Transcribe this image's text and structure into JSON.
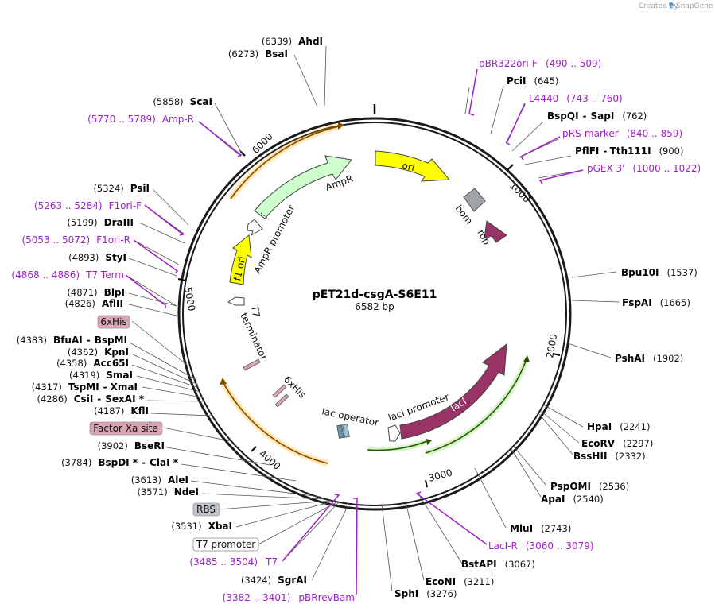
{
  "credit": "Created by",
  "credit_brand": "SnapGene",
  "plasmid": {
    "name": "pET21d-csgA-S6E11",
    "size": "6582 bp"
  },
  "ticks": [
    "1000",
    "2000",
    "3000",
    "4000",
    "5000",
    "6000"
  ],
  "features": {
    "ori": "ori",
    "ampr": "AmpR",
    "ampr_promoter": "AmpR promoter",
    "f1_ori": "f1 ori",
    "bom": "bom",
    "rop": "rop",
    "laci": "lacI",
    "laci_promoter": "lacI promoter",
    "lac_operator": "lac operator",
    "t7_terminator_1": "T7",
    "t7_terminator_2": "terminator",
    "sixhis_map": "6xHis"
  },
  "right_labels": [
    {
      "pos": "(490 .. 509)",
      "name": "pBR322ori-F",
      "kind": "primer"
    },
    {
      "name": "PciI",
      "pos": "(645)",
      "kind": "enzyme"
    },
    {
      "name": "L4440",
      "pos": "(743 .. 760)",
      "kind": "primer"
    },
    {
      "name": "BspQI",
      "name2": "SapI",
      "pos": "(762)",
      "kind": "enzyme"
    },
    {
      "name": "pRS-marker",
      "pos": "(840 .. 859)",
      "kind": "primer"
    },
    {
      "name": "PflFI",
      "name2": "Tth111I",
      "pos": "(900)",
      "kind": "enzyme"
    },
    {
      "name": "pGEX 3'",
      "pos": "(1000 .. 1022)",
      "kind": "primer"
    },
    {
      "name": "Bpu10I",
      "pos": "(1537)",
      "kind": "enzyme"
    },
    {
      "name": "FspAI",
      "pos": "(1665)",
      "kind": "enzyme"
    },
    {
      "name": "PshAI",
      "pos": "(1902)",
      "kind": "enzyme"
    },
    {
      "name": "HpaI",
      "pos": "(2241)",
      "kind": "enzyme"
    },
    {
      "name": "EcoRV",
      "pos": "(2297)",
      "kind": "enzyme"
    },
    {
      "name": "BssHII",
      "pos": "(2332)",
      "kind": "enzyme"
    },
    {
      "name": "PspOMI",
      "pos": "(2536)",
      "kind": "enzyme"
    },
    {
      "name": "ApaI",
      "pos": "(2540)",
      "kind": "enzyme"
    },
    {
      "name": "MluI",
      "pos": "(2743)",
      "kind": "enzyme"
    },
    {
      "name": "LacI-R",
      "pos": "(3060 .. 3079)",
      "kind": "primer"
    },
    {
      "name": "BstAPI",
      "pos": "(3067)",
      "kind": "enzyme"
    },
    {
      "name": "EcoNI",
      "pos": "(3211)",
      "kind": "enzyme"
    },
    {
      "name": "SphI",
      "pos": "(3276)",
      "kind": "enzyme"
    }
  ],
  "left_labels": [
    {
      "pos": "(6339)",
      "name": "AhdI",
      "kind": "enzyme"
    },
    {
      "pos": "(6273)",
      "name": "BsaI",
      "kind": "enzyme"
    },
    {
      "pos": "(5858)",
      "name": "ScaI",
      "kind": "enzyme"
    },
    {
      "pos": "(5770 .. 5789)",
      "name": "Amp-R",
      "kind": "primer"
    },
    {
      "pos": "(5324)",
      "name": "PsiI",
      "kind": "enzyme"
    },
    {
      "pos": "(5263 .. 5284)",
      "name": "F1ori-F",
      "kind": "primer"
    },
    {
      "pos": "(5199)",
      "name": "DraIII",
      "kind": "enzyme"
    },
    {
      "pos": "(5053 .. 5072)",
      "name": "F1ori-R",
      "kind": "primer"
    },
    {
      "pos": "(4893)",
      "name": "StyI",
      "kind": "enzyme"
    },
    {
      "pos": "(4868 .. 4886)",
      "name": "T7 Term",
      "kind": "primer"
    },
    {
      "pos": "(4871)",
      "name": "BlpI",
      "kind": "enzyme"
    },
    {
      "pos": "(4826)",
      "name": "AflII",
      "kind": "enzyme"
    },
    {
      "name": "6xHis",
      "kind": "box"
    },
    {
      "pos": "(4383)",
      "name": "BfuAI",
      "name2": "BspMI",
      "kind": "enzyme"
    },
    {
      "pos": "(4362)",
      "name": "KpnI",
      "kind": "enzyme"
    },
    {
      "pos": "(4358)",
      "name": "Acc65I",
      "kind": "enzyme"
    },
    {
      "pos": "(4319)",
      "name": "SmaI",
      "kind": "enzyme"
    },
    {
      "pos": "(4317)",
      "name": "TspMI",
      "name2": "XmaI",
      "kind": "enzyme"
    },
    {
      "pos": "(4286)",
      "name": "CsiI",
      "name2": "SexAI *",
      "kind": "enzyme"
    },
    {
      "pos": "(4187)",
      "name": "KflI",
      "kind": "enzyme"
    },
    {
      "name": "Factor Xa site",
      "kind": "box"
    },
    {
      "pos": "(3902)",
      "name": "BseRI",
      "kind": "enzyme"
    },
    {
      "pos": "(3784)",
      "name": "BspDI *",
      "name2": "ClaI *",
      "kind": "enzyme"
    },
    {
      "pos": "(3613)",
      "name": "AleI",
      "kind": "enzyme"
    },
    {
      "pos": "(3571)",
      "name": "NdeI",
      "kind": "enzyme"
    },
    {
      "name": "RBS",
      "kind": "box"
    },
    {
      "pos": "(3531)",
      "name": "XbaI",
      "kind": "enzyme"
    },
    {
      "name": "T7 promoter",
      "kind": "box"
    },
    {
      "pos": "(3485 .. 3504)",
      "name": "T7",
      "kind": "primer"
    },
    {
      "pos": "(3424)",
      "name": "SgrAI",
      "kind": "enzyme"
    },
    {
      "pos": "(3382 .. 3401)",
      "name": "pBRrevBam",
      "kind": "primer"
    }
  ],
  "colors": {
    "backbone": "#1a1a1a",
    "primer": "#a020c8",
    "enzyme": "#000000",
    "ori": "#ffff00",
    "ampr": "#ccffcc",
    "f1_ori": "#ffff00",
    "laci": "#993366",
    "rop": "#993366",
    "bom": "#a0a4a8",
    "terminator_box": "#d9a5b3",
    "rbs_box": "#c0c4c8",
    "orange": "#ffa500",
    "green": "#66cc33"
  }
}
